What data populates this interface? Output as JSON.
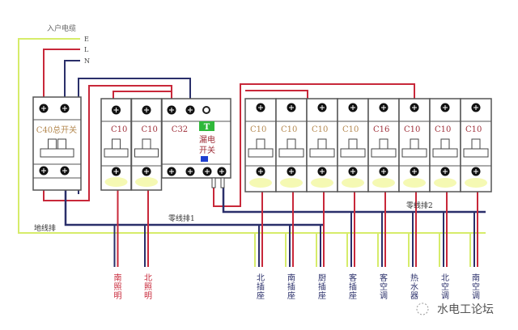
{
  "title": "入户电缆",
  "incoming": {
    "E": "E",
    "L": "L",
    "N": "N"
  },
  "main_breaker": {
    "label": "C40总开关"
  },
  "left_group": [
    {
      "rating": "C10",
      "output": "南照明"
    },
    {
      "rating": "C10",
      "output": "北照明"
    }
  ],
  "rcd": {
    "rating": "C32",
    "label_line1": "漏电",
    "label_line2": "开关",
    "test_button": "T"
  },
  "right_group": [
    {
      "rating": "C10",
      "output": "北插座"
    },
    {
      "rating": "C10",
      "output": "南插座"
    },
    {
      "rating": "C10",
      "output": "厨插座"
    },
    {
      "rating": "C10",
      "output": "客插座"
    },
    {
      "rating": "C16",
      "output": "客空调"
    },
    {
      "rating": "C10",
      "output": "热水器"
    },
    {
      "rating": "C10",
      "output": "北空调"
    },
    {
      "rating": "C10",
      "output": "南空调"
    }
  ],
  "bus": {
    "neutral1": "零线排1",
    "neutral2": "零线排2",
    "ground": "地线排"
  },
  "watermark": "水电工论坛",
  "colors": {
    "live": "#c8283a",
    "neutral": "#2a2f6a",
    "earth": "#d6ec6a",
    "outline": "#555555",
    "test": "#2fb83a",
    "indicator": "#1f3fd0"
  }
}
